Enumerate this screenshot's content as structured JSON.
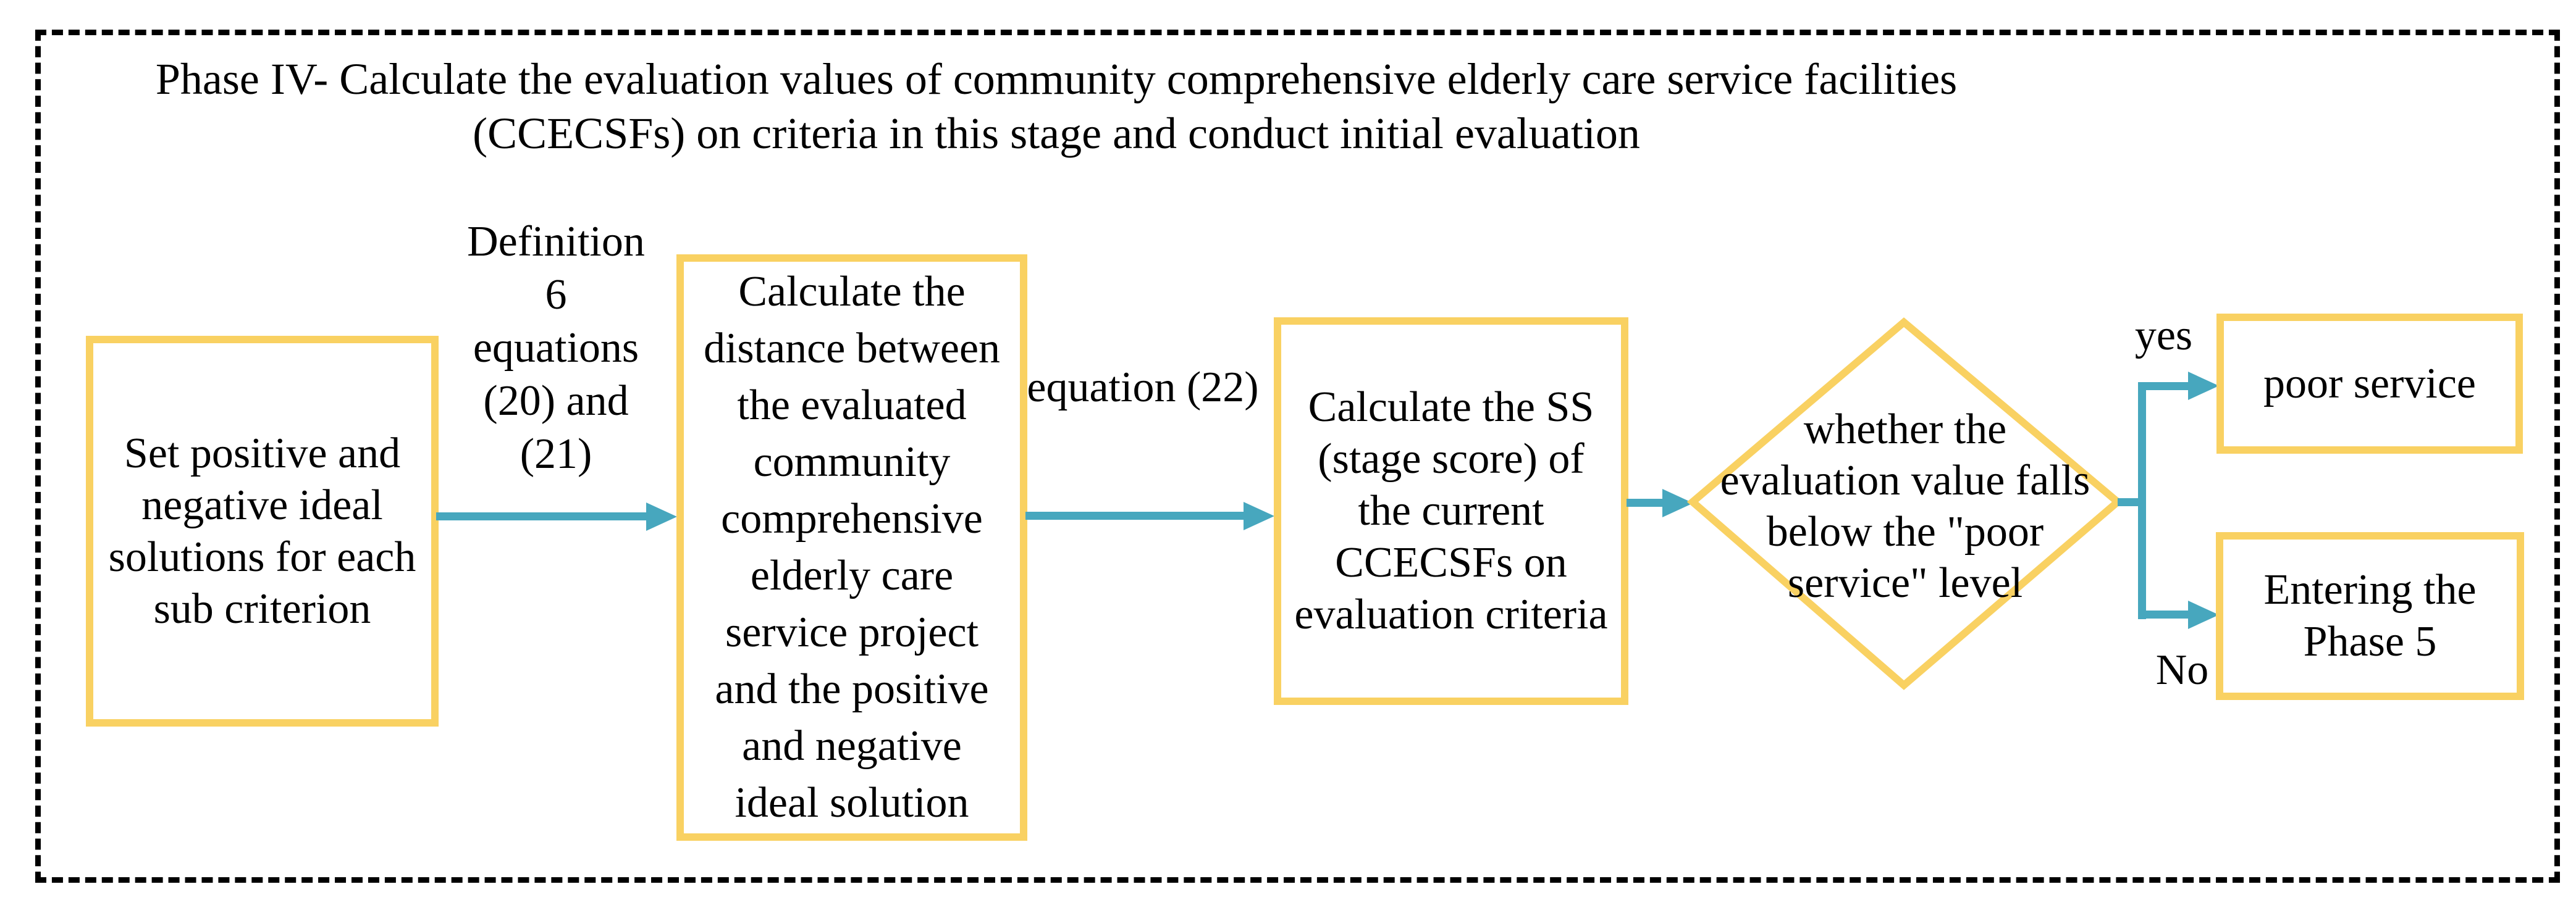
{
  "title": {
    "text": "Phase IV- Calculate the evaluation values of community comprehensive elderly care service facilities\n(CCECSFs) on criteria in this stage and conduct initial evaluation"
  },
  "nodes": {
    "set_solutions": {
      "label": "Set positive and\nnegative ideal\nsolutions for each\nsub criterion"
    },
    "calc_distance": {
      "label": "Calculate the\ndistance between\nthe evaluated\ncommunity\ncomprehensive\nelderly care\nservice project\nand the positive\nand negative\nideal solution"
    },
    "calc_ss": {
      "label": "Calculate the SS\n(stage score) of\nthe current\nCCECSFs on\nevaluation criteria"
    },
    "decision": {
      "label": "whether the\nevaluation value falls\nbelow the \"poor\nservice\" level"
    },
    "poor_service": {
      "label": "poor service"
    },
    "phase5": {
      "label": "Entering the\nPhase 5"
    }
  },
  "edge_labels": {
    "def6": "Definition\n6\nequations\n(20) and\n(21)",
    "eq22": "equation (22)",
    "yes": "yes",
    "no": "No"
  },
  "colors": {
    "node_border": "#F9D162",
    "arrow": "#47A7BE",
    "text": "#000000",
    "frame_border": "#000000",
    "background": "#FFFFFF"
  }
}
